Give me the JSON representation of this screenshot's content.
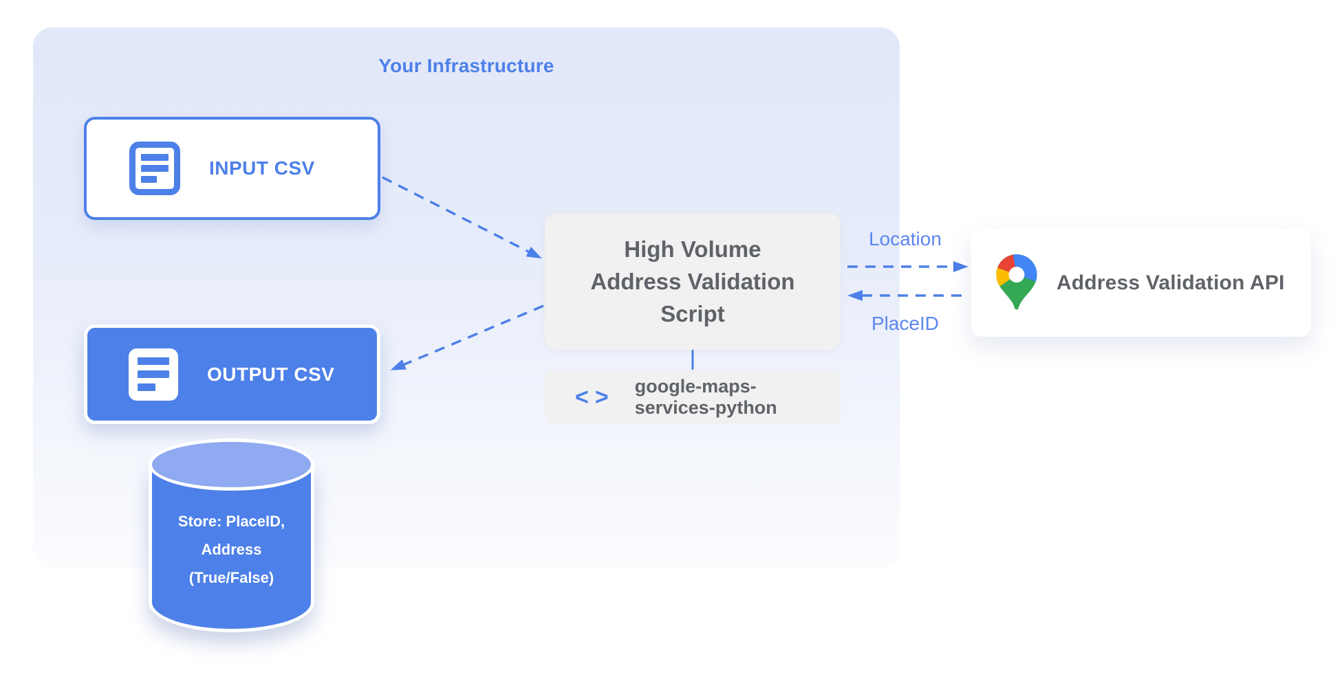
{
  "title": "Your Infrastructure",
  "nodes": {
    "input_csv": {
      "label": "INPUT CSV"
    },
    "output_csv": {
      "label": "OUTPUT CSV"
    },
    "script": {
      "lines": [
        "High Volume",
        "Address Validation",
        "Script"
      ]
    },
    "library": {
      "glyphs": [
        "<",
        ">"
      ],
      "lines": [
        "google-maps-",
        "services-python"
      ]
    },
    "api": {
      "label": "Address Validation API"
    },
    "datastore": {
      "lines": [
        "Store: PlaceID,",
        "Address",
        "(True/False)"
      ]
    }
  },
  "edges": {
    "location": "Location",
    "placeid": "PlaceID"
  },
  "colors": {
    "accent_blue": "#4d80e8",
    "cylinder_top_blue": "#8faaf0",
    "panel_lavender": "#e2e8f9",
    "process_box_gray": "#f1f1f2",
    "text_gray": "#5f6368",
    "edge_label_blue": "#5b86ee",
    "maps_pin_red": "#ea4335",
    "maps_pin_blue": "#4285f4",
    "maps_pin_yellow": "#fbbc04",
    "maps_pin_green": "#34a853"
  }
}
